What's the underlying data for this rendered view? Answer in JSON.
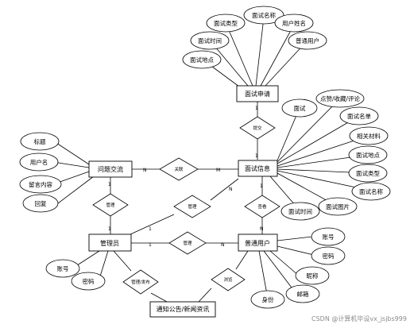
{
  "entities": {
    "interview_application": "面试申请",
    "interview_info": "面试信息",
    "question_exchange": "问题交流",
    "admin": "管理员",
    "regular_user": "普通用户",
    "notice": "通知公告/新闻资讯"
  },
  "relationships": {
    "submit": "提交",
    "related": "关联",
    "manage_qa": "管理",
    "manage_info": "管理",
    "view": "查看",
    "manage_user": "管理",
    "manage_notice": "管理/发布",
    "browse": "浏览"
  },
  "attributes": {
    "interview_application": [
      "面试类型",
      "面试名称",
      "用户姓名",
      "普通用户",
      "面试时间",
      "面试地点"
    ],
    "interview_info": [
      "面试",
      "点赞/收藏/评论",
      "面试名单",
      "相关材料",
      "面试地点",
      "面试类型",
      "面试名称",
      "面试图片",
      "面试时间"
    ],
    "question_exchange": [
      "标题",
      "用户名",
      "留言内容",
      "回复"
    ],
    "admin": [
      "账号",
      "密码"
    ],
    "regular_user": [
      "账号",
      "密码",
      "昵称",
      "邮箱",
      "身份"
    ]
  },
  "cardinalities": {
    "submit_top": "1",
    "submit_bottom": "1",
    "qa_left": "N",
    "qa_right": "M",
    "qa_mgmt_top": "1",
    "qa_mgmt_bottom": "1",
    "admin_info_left": "1",
    "admin_info_right": "N",
    "admin_user_left": "1",
    "admin_user_right": "N",
    "view_top": "1",
    "view_bottom": "N"
  },
  "watermark": "CSDN @计算机毕设vx_jsjbs999"
}
